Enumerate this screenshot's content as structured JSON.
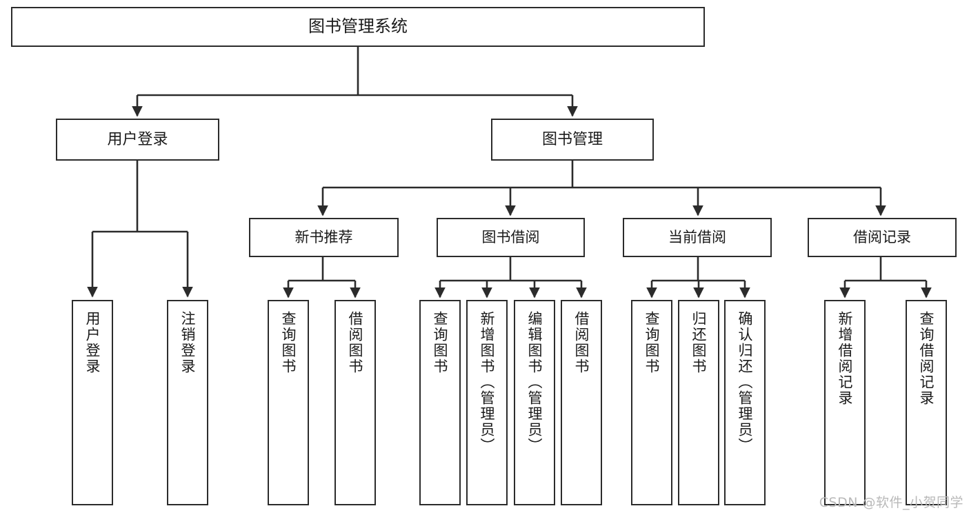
{
  "diagram": {
    "type": "tree",
    "title": "图书管理系统",
    "orientation": "top-down",
    "colors": {
      "background": "#ffffff",
      "box_border": "#2b2b2b",
      "box_fill": "#ffffff",
      "connector": "#2b2b2b",
      "text": "#1a1a1a",
      "watermark": "#b9b9b9"
    }
  },
  "nodes": {
    "root": {
      "label": "图书管理系统"
    },
    "user_login": {
      "label": "用户登录"
    },
    "book_manage": {
      "label": "图书管理"
    },
    "new_book_rec": {
      "label": "新书推荐"
    },
    "book_borrow": {
      "label": "图书借阅"
    },
    "current_borrow": {
      "label": "当前借阅"
    },
    "borrow_record": {
      "label": "借阅记录"
    },
    "leaf_user_login": {
      "label": "用户登录"
    },
    "leaf_logout": {
      "label": "注销登录"
    },
    "leaf_query_book_1": {
      "label": "查询图书"
    },
    "leaf_borrow_book_1": {
      "label": "借阅图书"
    },
    "leaf_query_book_2": {
      "label": "查询图书"
    },
    "leaf_add_book_admin": {
      "label": "新增图书（管理员）"
    },
    "leaf_edit_book_admin": {
      "label": "编辑图书（管理员）"
    },
    "leaf_borrow_book_2": {
      "label": "借阅图书"
    },
    "leaf_query_book_3": {
      "label": "查询图书"
    },
    "leaf_return_book": {
      "label": "归还图书"
    },
    "leaf_confirm_return_admin": {
      "label": "确认归还（管理员）"
    },
    "leaf_add_borrow_record": {
      "label": "新增借阅记录"
    },
    "leaf_query_borrow_record": {
      "label": "查询借阅记录"
    }
  },
  "edges": [
    {
      "from": "root",
      "to": "user_login"
    },
    {
      "from": "root",
      "to": "book_manage"
    },
    {
      "from": "user_login",
      "to": "leaf_user_login"
    },
    {
      "from": "user_login",
      "to": "leaf_logout"
    },
    {
      "from": "book_manage",
      "to": "new_book_rec"
    },
    {
      "from": "book_manage",
      "to": "book_borrow"
    },
    {
      "from": "book_manage",
      "to": "current_borrow"
    },
    {
      "from": "book_manage",
      "to": "borrow_record"
    },
    {
      "from": "new_book_rec",
      "to": "leaf_query_book_1"
    },
    {
      "from": "new_book_rec",
      "to": "leaf_borrow_book_1"
    },
    {
      "from": "book_borrow",
      "to": "leaf_query_book_2"
    },
    {
      "from": "book_borrow",
      "to": "leaf_add_book_admin"
    },
    {
      "from": "book_borrow",
      "to": "leaf_edit_book_admin"
    },
    {
      "from": "book_borrow",
      "to": "leaf_borrow_book_2"
    },
    {
      "from": "current_borrow",
      "to": "leaf_query_book_3"
    },
    {
      "from": "current_borrow",
      "to": "leaf_return_book"
    },
    {
      "from": "current_borrow",
      "to": "leaf_confirm_return_admin"
    },
    {
      "from": "borrow_record",
      "to": "leaf_add_borrow_record"
    },
    {
      "from": "borrow_record",
      "to": "leaf_query_borrow_record"
    }
  ],
  "watermark": {
    "text": "CSDN @软件_小贺同学"
  }
}
